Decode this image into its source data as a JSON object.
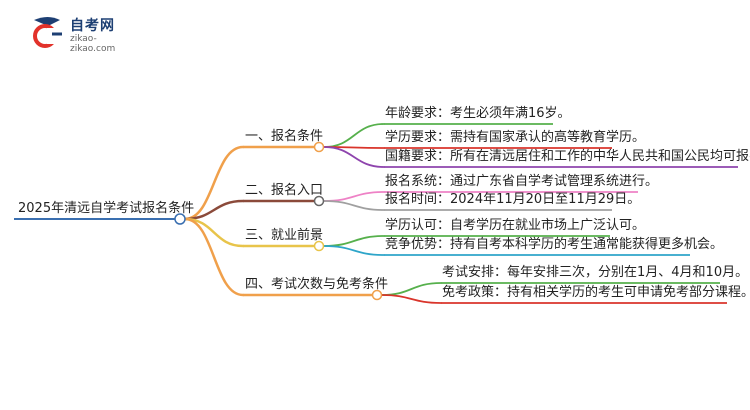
{
  "logo": {
    "title": "自考网",
    "url": "zikao-zikao.com"
  },
  "mindmap": {
    "root": "2025年清远自学考试报名条件",
    "branches": [
      {
        "label": "一、报名条件",
        "color": "#f0a04b",
        "children": [
          {
            "text": "年龄要求：考生必须年满16岁。",
            "color": "#56b04c"
          },
          {
            "text": "学历要求：需持有国家承认的高等教育学历。",
            "color": "#d9352b"
          },
          {
            "text": "国籍要求：所有在清远居住和工作的中华人民共和国公民均可报名。",
            "color": "#8e44ad"
          }
        ]
      },
      {
        "label": "二、报名入口",
        "color": "#8b4a3a",
        "children": [
          {
            "text": "报名系统：通过广东省自学考试管理系统进行。",
            "color": "#ee82c6"
          },
          {
            "text": "报名时间：2024年11月20日至11月29日。",
            "color": "#a0a0a0"
          }
        ]
      },
      {
        "label": "三、就业前景",
        "color": "#e8c44a",
        "children": [
          {
            "text": "学历认可：自考学历在就业市场上广泛认可。",
            "color": "#56b04c"
          },
          {
            "text": "竞争优势：持有自考本科学历的考生通常能获得更多机会。",
            "color": "#2ea5c9"
          }
        ]
      },
      {
        "label": "四、考试次数与免考条件",
        "color": "#f0a04b",
        "children": [
          {
            "text": "考试安排：每年安排三次，分别在1月、4月和10月。",
            "color": "#56b04c"
          },
          {
            "text": "免考政策：持有相关学历的考生可申请免考部分课程。",
            "color": "#d9352b"
          }
        ]
      }
    ]
  }
}
